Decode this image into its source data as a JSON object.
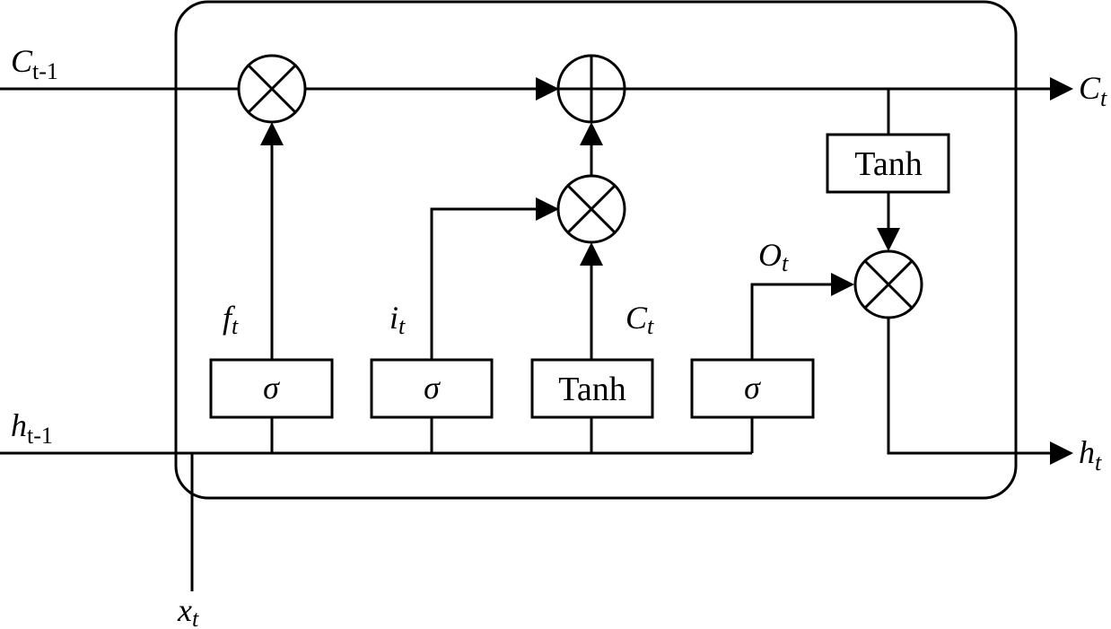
{
  "labels": {
    "c_prev": {
      "main": "C",
      "sub": "t-1"
    },
    "c_out": {
      "main": "C",
      "sub": "t"
    },
    "h_prev": {
      "main": "h",
      "sub": "t-1"
    },
    "h_out": {
      "main": "h",
      "sub": "t"
    },
    "x_in": {
      "main": "x",
      "sub": "t"
    },
    "forget": {
      "main": "f",
      "sub": "t"
    },
    "input": {
      "main": "i",
      "sub": "t"
    },
    "candidate": {
      "main": "C",
      "sub": "t"
    },
    "output": {
      "main": "O",
      "sub": "t"
    }
  },
  "boxes": {
    "forget_gate": "σ",
    "input_gate": "σ",
    "candidate_gate": "Tanh",
    "output_gate": "σ",
    "cell_tanh": "Tanh"
  },
  "operators": {
    "forget_multiply": "multiply",
    "cell_add": "add",
    "input_multiply": "multiply",
    "output_multiply": "multiply"
  }
}
